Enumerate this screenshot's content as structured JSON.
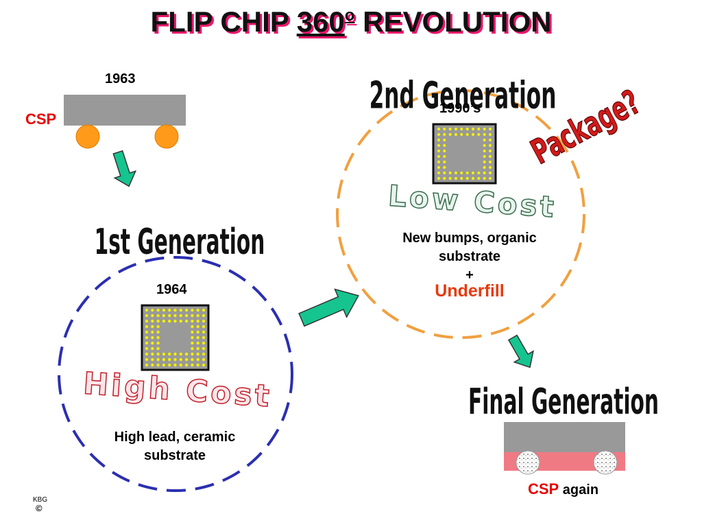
{
  "slide": {
    "title_part1": "FLIP CHIP ",
    "title_number": "360",
    "title_degree": "o",
    "title_part2": " REVOLUTION"
  },
  "csp_origin": {
    "year": "1963",
    "label": "CSP"
  },
  "first_generation": {
    "heading": "1st Generation",
    "year": "1964",
    "cost": "High Cost",
    "description_line1": "High lead, ceramic",
    "description_line2": "substrate"
  },
  "second_generation": {
    "heading": "2nd Generation",
    "year": "1990’s",
    "cost": "Low Cost",
    "description_line1": "New bumps, organic",
    "description_line2": "substrate",
    "plus": "+",
    "underfill": "Underfill",
    "package_note": "Package?"
  },
  "final_generation": {
    "heading": "Final Generation",
    "csp_label": "CSP",
    "again": " again"
  },
  "footer": {
    "initials": "KBG",
    "copyright": "©"
  },
  "colors": {
    "title_shadow": "#e8196c",
    "first_circle": "#2b2fb0",
    "second_circle": "#f0a040",
    "arrow_fill": "#16c48f",
    "bump_orange": "#ff9a1a",
    "chip_gray": "#999999",
    "pink_substrate": "#f07a84",
    "wordart_red": "#d11a1a",
    "accent_red": "#e80000"
  }
}
